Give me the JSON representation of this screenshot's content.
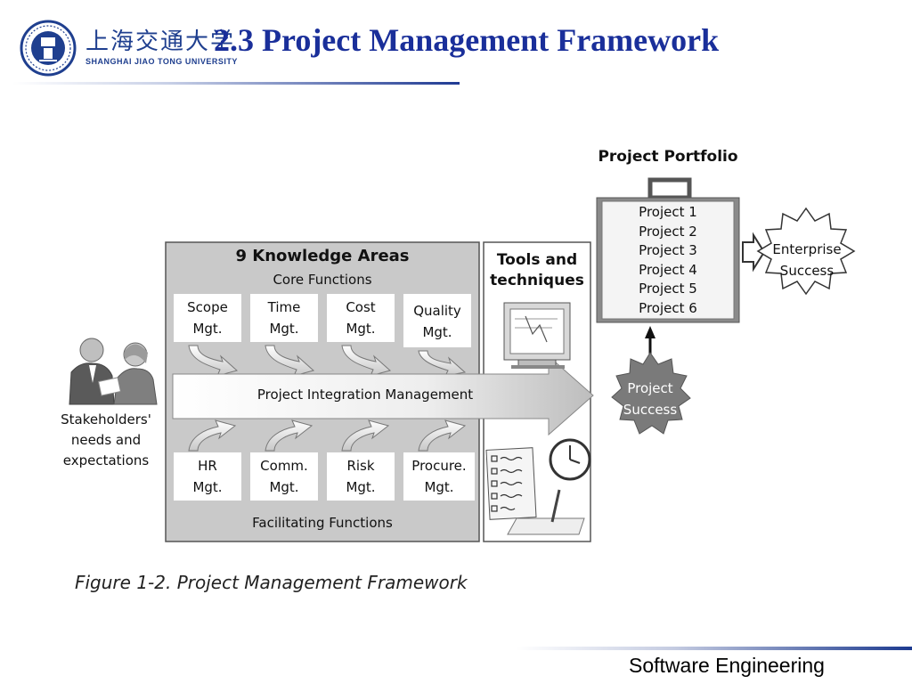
{
  "header": {
    "logo_cn": "上海交通大学",
    "logo_en": "SHANGHAI JIAO TONG UNIVERSITY",
    "title": "2.3 Project Management Framework"
  },
  "diagram": {
    "knowledge_areas_title": "9 Knowledge Areas",
    "core_functions_label": "Core Functions",
    "core_functions": [
      {
        "line1": "Scope",
        "line2": "Mgt."
      },
      {
        "line1": "Time",
        "line2": "Mgt."
      },
      {
        "line1": "Cost",
        "line2": "Mgt."
      },
      {
        "line1": "Quality",
        "line2": "Mgt."
      }
    ],
    "integration_label": "Project Integration Management",
    "facilitating_functions": [
      {
        "line1": "HR",
        "line2": "Mgt."
      },
      {
        "line1": "Comm.",
        "line2": "Mgt."
      },
      {
        "line1": "Risk",
        "line2": "Mgt."
      },
      {
        "line1": "Procure.",
        "line2": "Mgt."
      }
    ],
    "facilitating_functions_label": "Facilitating Functions",
    "tools_label_line1": "Tools and",
    "tools_label_line2": "techniques",
    "stakeholders_line1": "Stakeholders'",
    "stakeholders_line2": "needs and",
    "stakeholders_line3": "expectations",
    "portfolio_title": "Project Portfolio",
    "portfolio_projects": [
      "Project 1",
      "Project 2",
      "Project 3",
      "Project 4",
      "Project 5",
      "Project 6"
    ],
    "project_success_line1": "Project",
    "project_success_line2": "Success",
    "enterprise_success_line1": "Enterprise",
    "enterprise_success_line2": "Success"
  },
  "caption": "Figure 1-2. Project Management Framework",
  "footer": {
    "text": "Software Engineering"
  }
}
